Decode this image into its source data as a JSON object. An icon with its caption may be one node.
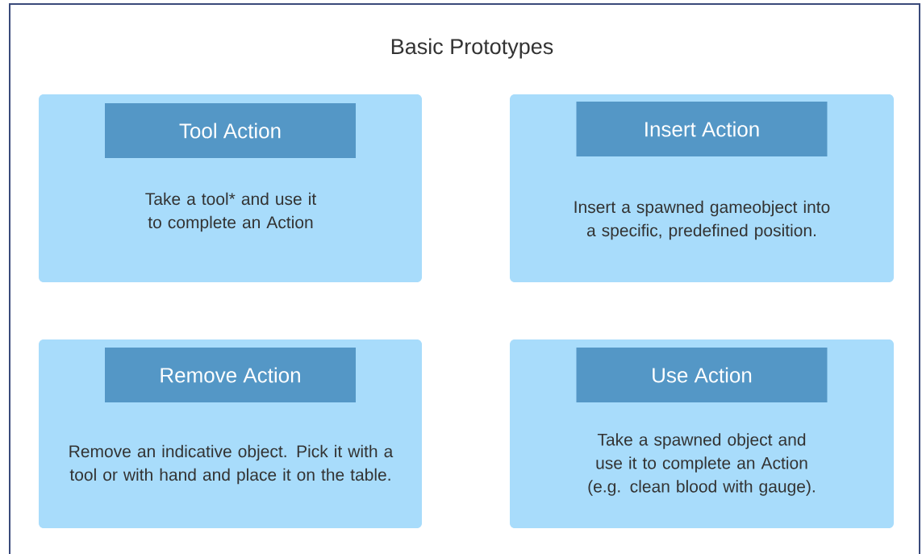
{
  "diagram": {
    "title": "Basic Prototypes",
    "nodes": [
      {
        "text": [
          "Take a tool* and use it to complete an Action"
        ]
      },
      {
        "text": [
          "Tool Action"
        ],
        "in": 0
      },
      {
        "text": [
          "Insert a spawned gameobject into a specific, predefined position."
        ]
      },
      {
        "text": [
          "Insert Action"
        ],
        "in": 2
      },
      {
        "text": [
          "Remove an indicative object. Pick it with a tool or with hand and place it on the table."
        ]
      },
      {
        "text": [
          "Remove Action"
        ],
        "in": 4
      },
      {
        "text": [
          "Take a spawned object and use it to complete an Action (e.g. clean blood with gauge)."
        ]
      },
      {
        "text": [
          "Use Action"
        ],
        "in": 6
      }
    ]
  }
}
